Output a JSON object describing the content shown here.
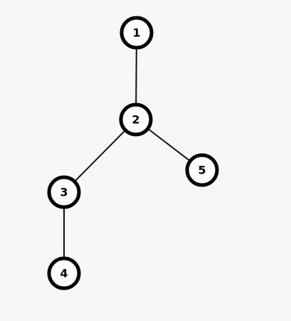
{
  "graph": {
    "nodes": [
      {
        "id": "1",
        "label": "1"
      },
      {
        "id": "2",
        "label": "2"
      },
      {
        "id": "3",
        "label": "3"
      },
      {
        "id": "4",
        "label": "4"
      },
      {
        "id": "5",
        "label": "5"
      }
    ],
    "edges": [
      {
        "from": "1",
        "to": "2"
      },
      {
        "from": "2",
        "to": "3"
      },
      {
        "from": "2",
        "to": "5"
      },
      {
        "from": "3",
        "to": "4"
      }
    ]
  }
}
